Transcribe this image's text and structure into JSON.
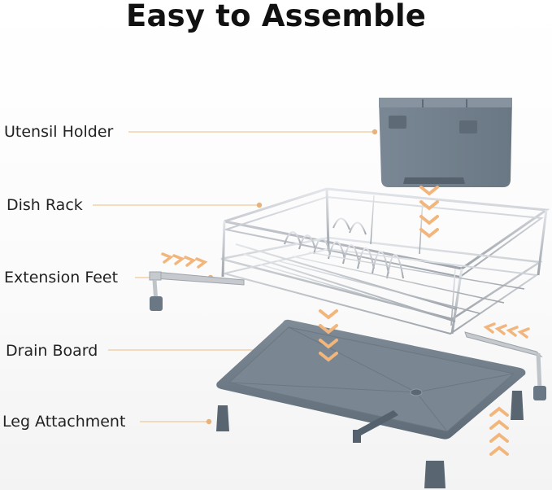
{
  "title": "Easy to Assemble",
  "labels": {
    "utensil_holder": "Utensil Holder",
    "dish_rack": "Dish Rack",
    "extension_feet": "Extension Feet",
    "drain_board": "Drain Board",
    "leg_attachment": "Leg Attachment"
  },
  "colors": {
    "leader_line": "#f0c89a",
    "leader_dot": "#e9b27a",
    "arrow": "#f2b67c",
    "plastic_gray": "#6b7a88",
    "steel": "#b9bec4"
  }
}
